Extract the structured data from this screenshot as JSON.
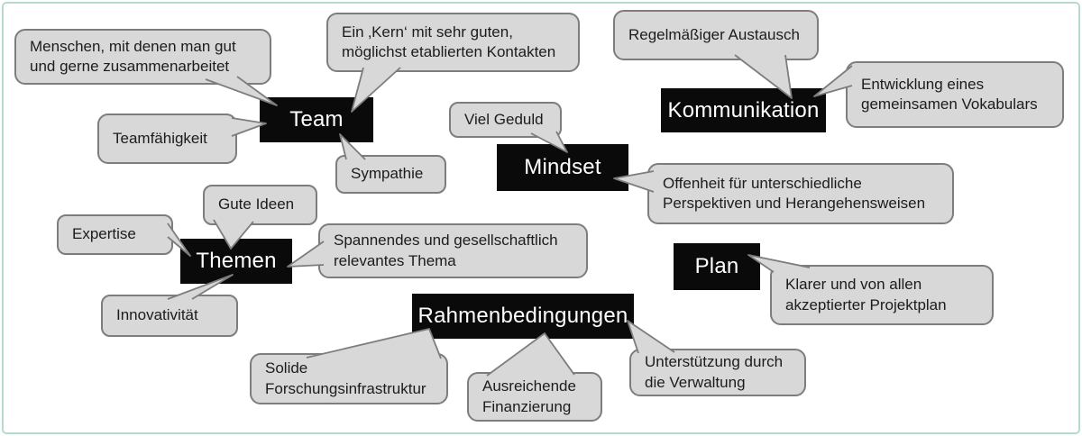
{
  "diagram": {
    "background": "#ffffff",
    "frame_color": "#b6dbcd",
    "node_fill": "#0a0a0a",
    "node_text_color": "#ffffff",
    "callout_fill": "#d8d8d8",
    "callout_border_color": "#7d7d7d",
    "nodes": [
      {
        "id": "team",
        "label": "Team"
      },
      {
        "id": "kommunikation",
        "label": "Kommunikation"
      },
      {
        "id": "mindset",
        "label": "Mindset"
      },
      {
        "id": "themen",
        "label": "Themen"
      },
      {
        "id": "plan",
        "label": "Plan"
      },
      {
        "id": "rahmenbedingungen",
        "label": "Rahmenbedingungen"
      }
    ],
    "callouts": [
      {
        "target": "team",
        "text": "Menschen, mit denen man gut\nund gerne zusammenarbeitet"
      },
      {
        "target": "team",
        "text": "Ein ‚Kern‘ mit sehr guten,\nmöglichst etablierten Kontakten"
      },
      {
        "target": "kommunikation",
        "text": "Regelmäßiger Austausch"
      },
      {
        "target": "kommunikation",
        "text": "Entwicklung eines\ngemeinsamen Vokabulars"
      },
      {
        "target": "team",
        "text": "Teamfähigkeit"
      },
      {
        "target": "mindset",
        "text": "Viel Geduld"
      },
      {
        "target": "team",
        "text": "Sympathie"
      },
      {
        "target": "mindset",
        "text": "Offenheit für unterschiedliche\nPerspektiven und Herangehensweisen"
      },
      {
        "target": "themen",
        "text": "Gute Ideen"
      },
      {
        "target": "themen",
        "text": "Expertise"
      },
      {
        "target": "themen",
        "text": "Spannendes und gesellschaftlich\nrelevantes Thema"
      },
      {
        "target": "themen",
        "text": "Innovativität"
      },
      {
        "target": "plan",
        "text": "Klarer und von allen\nakzeptierter Projektplan"
      },
      {
        "target": "rahmenbedingungen",
        "text": "Solide\nForschungsinfrastruktur"
      },
      {
        "target": "rahmenbedingungen",
        "text": "Ausreichende\nFinanzierung"
      },
      {
        "target": "rahmenbedingungen",
        "text": "Unterstützung durch\ndie Verwaltung"
      }
    ]
  }
}
